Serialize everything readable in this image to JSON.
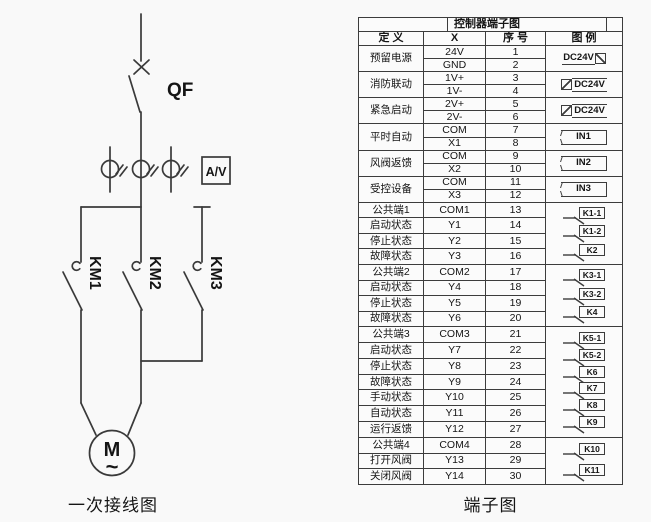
{
  "diagram": {
    "caption": "一次接线图",
    "breaker_label": "QF",
    "meter_label": "A/V",
    "contactor_labels": [
      "KM1",
      "KM2",
      "KM3"
    ],
    "motor_label": "M",
    "motor_phase": "~"
  },
  "table": {
    "caption": "端子图",
    "title": "控制器端子图",
    "headers": [
      "定 义",
      "X",
      "序 号",
      "图 例"
    ],
    "rows": [
      {
        "d": "预留电源",
        "x": "24V",
        "n": "1"
      },
      {
        "d": "",
        "x": "GND",
        "n": "2"
      },
      {
        "d": "消防联动",
        "x": "1V+",
        "n": "3"
      },
      {
        "d": "",
        "x": "1V-",
        "n": "4"
      },
      {
        "d": "紧急启动",
        "x": "2V+",
        "n": "5"
      },
      {
        "d": "",
        "x": "2V-",
        "n": "6"
      },
      {
        "d": "平时自动",
        "x": "COM",
        "n": "7"
      },
      {
        "d": "",
        "x": "X1",
        "n": "8"
      },
      {
        "d": "风阀返馈",
        "x": "COM",
        "n": "9"
      },
      {
        "d": "",
        "x": "X2",
        "n": "10"
      },
      {
        "d": "受控设备",
        "x": "COM",
        "n": "11"
      },
      {
        "d": "",
        "x": "X3",
        "n": "12"
      },
      {
        "d": "公共端1",
        "x": "COM1",
        "n": "13"
      },
      {
        "d": "启动状态",
        "x": "Y1",
        "n": "14"
      },
      {
        "d": "停止状态",
        "x": "Y2",
        "n": "15"
      },
      {
        "d": "故障状态",
        "x": "Y3",
        "n": "16"
      },
      {
        "d": "公共端2",
        "x": "COM2",
        "n": "17"
      },
      {
        "d": "启动状态",
        "x": "Y4",
        "n": "18"
      },
      {
        "d": "停止状态",
        "x": "Y5",
        "n": "19"
      },
      {
        "d": "故障状态",
        "x": "Y6",
        "n": "20"
      },
      {
        "d": "公共端3",
        "x": "COM3",
        "n": "21"
      },
      {
        "d": "启动状态",
        "x": "Y7",
        "n": "22"
      },
      {
        "d": "停止状态",
        "x": "Y8",
        "n": "23"
      },
      {
        "d": "故障状态",
        "x": "Y9",
        "n": "24"
      },
      {
        "d": "手动状态",
        "x": "Y10",
        "n": "25"
      },
      {
        "d": "自动状态",
        "x": "Y11",
        "n": "26"
      },
      {
        "d": "运行返馈",
        "x": "Y12",
        "n": "27"
      },
      {
        "d": "公共端4",
        "x": "COM4",
        "n": "28"
      },
      {
        "d": "打开风阀",
        "x": "Y13",
        "n": "29"
      },
      {
        "d": "关闭风阀",
        "x": "Y14",
        "n": "30"
      }
    ],
    "legends": [
      {
        "type": "dc-box-right",
        "label": "DC24V"
      },
      {
        "type": "dc-box-left",
        "label": "DC24V"
      },
      {
        "type": "dc-box-left",
        "label": "DC24V"
      },
      {
        "type": "input",
        "label": "IN1"
      },
      {
        "type": "input",
        "label": "IN2"
      },
      {
        "type": "input",
        "label": "IN3"
      },
      {
        "type": "contacts",
        "items": [
          "K1-1",
          "K1-2",
          "K2"
        ]
      },
      {
        "type": "contacts",
        "items": [
          "K3-1",
          "K3-2",
          "K4"
        ]
      },
      {
        "type": "contacts",
        "items": [
          "K5-1",
          "K5-2",
          "K6",
          "K7",
          "K8",
          "K9"
        ]
      },
      {
        "type": "contacts",
        "items": [
          "K10",
          "K11"
        ]
      }
    ],
    "colors": {
      "line": "#3c3c3c",
      "text": "#151515",
      "background": "#f9f9f9"
    }
  }
}
